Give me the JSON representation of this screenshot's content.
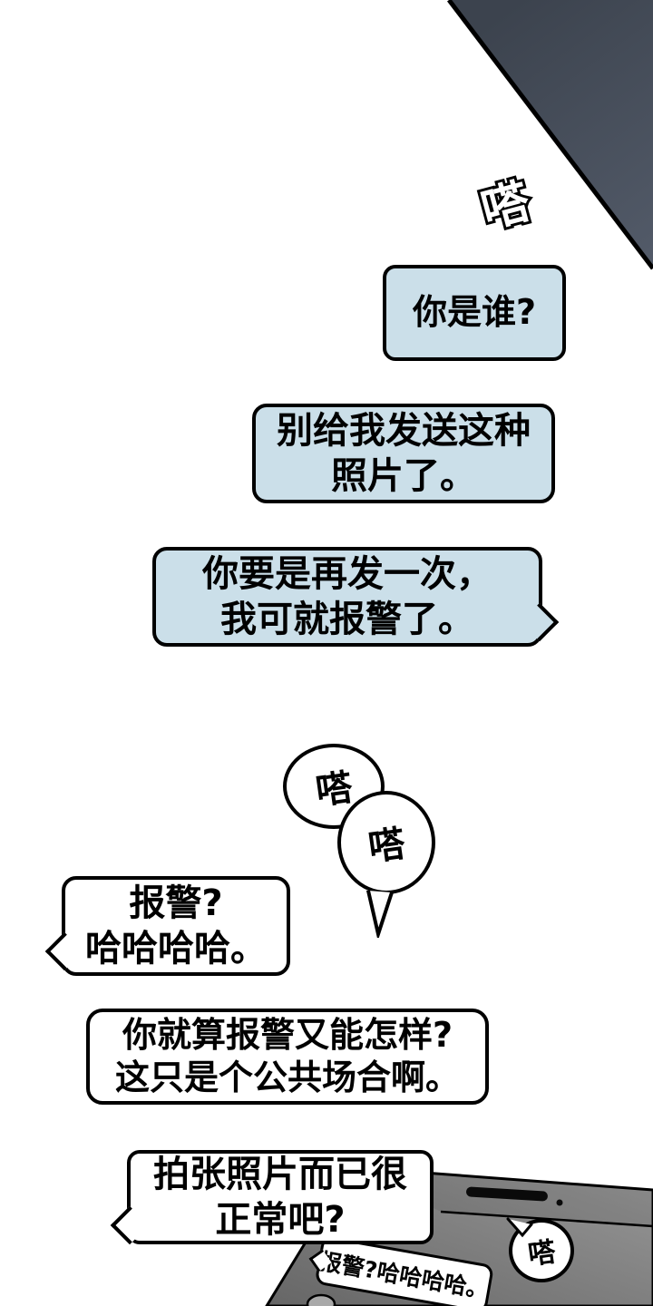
{
  "sfx": {
    "top": "嗒",
    "circle_a": "嗒",
    "circle_b": "嗒",
    "phone": "嗒"
  },
  "bubbles": {
    "who": {
      "line1": "你是谁?"
    },
    "dont_send": {
      "line1": "别给我发送这种",
      "line2": "照片了。"
    },
    "warn_police": {
      "line1": "你要是再发一次，",
      "line2": "我可就报警了。"
    },
    "laugh": {
      "line1": "报警?",
      "line2": "哈哈哈哈。"
    },
    "public_place": {
      "line1": "你就算报警又能怎样?",
      "line2": "这只是个公共场合啊。"
    },
    "just_photo": {
      "line1": "拍张照片而已很",
      "line2": "正常吧?"
    },
    "phone_screen": {
      "text": "报警?哈哈哈哈。"
    }
  },
  "colors": {
    "bubble_blue": "#cbdfe9",
    "bubble_white": "#ffffff",
    "outline_black": "#000000",
    "corner_top": "#3c434e",
    "corner_bottom": "#525a68",
    "phone_light": "#989898",
    "phone_dark": "#666666"
  }
}
